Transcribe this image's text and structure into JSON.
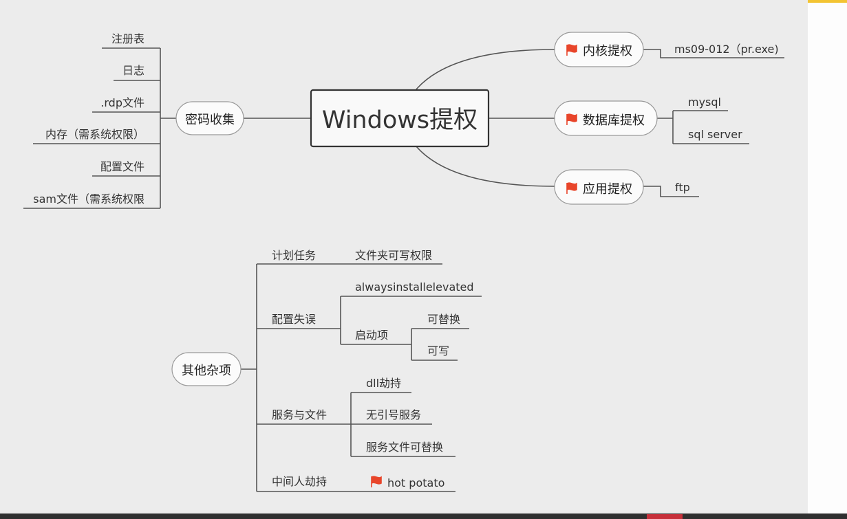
{
  "center": "Windows提权",
  "password": {
    "node": "密码收集",
    "items": [
      "注册表",
      "日志",
      ".rdp文件",
      "内存（需系统权限）",
      "配置文件",
      "sam文件（需系统权限"
    ]
  },
  "kernel": {
    "node": "内核提权",
    "items": [
      "ms09-012（pr.exe)"
    ]
  },
  "database": {
    "node": "数据库提权",
    "items": [
      "mysql",
      "sql server"
    ]
  },
  "app": {
    "node": "应用提权",
    "items": [
      "ftp"
    ]
  },
  "misc": {
    "node": "其他杂项",
    "scheduled": {
      "label": "计划任务",
      "child": "文件夹可写权限"
    },
    "misconfig": {
      "label": "配置失误",
      "always": "alwaysinstallelevated",
      "startup": "启动项",
      "startup_children": [
        "可替换",
        "可写"
      ]
    },
    "services": {
      "label": "服务与文件",
      "children": [
        "dll劫持",
        "无引号服务",
        "服务文件可替换"
      ]
    },
    "mitm": {
      "label": "中间人劫持",
      "child": "hot potato"
    }
  },
  "colors": {
    "flag": "#e8452a",
    "line": "#555555",
    "node_border": "#999999",
    "top_bar": "#f3c432"
  },
  "icons": {
    "flag": "flag-icon"
  }
}
